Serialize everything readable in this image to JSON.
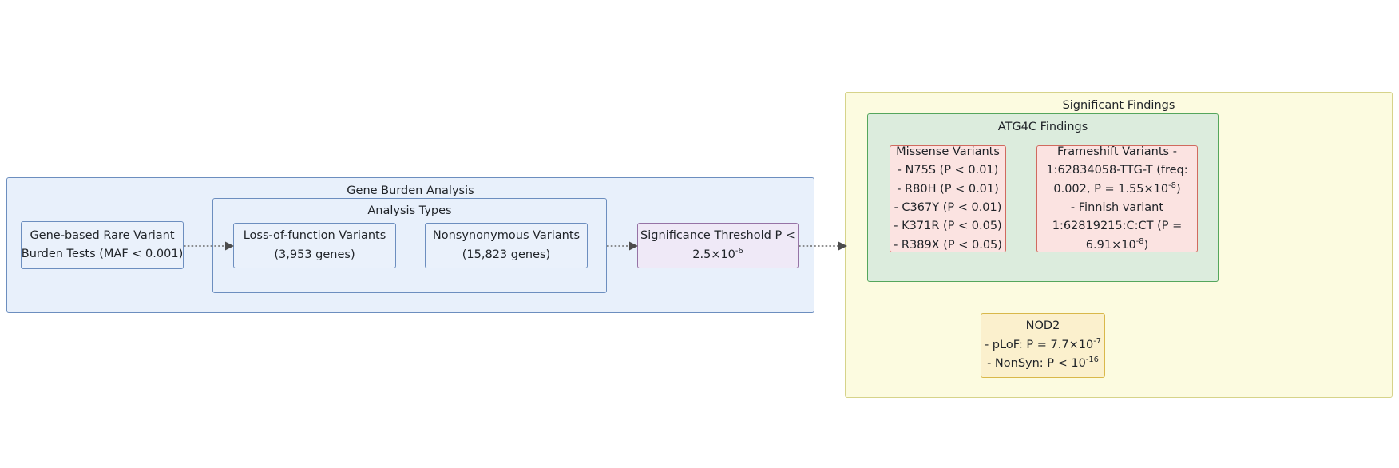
{
  "diagram": {
    "title_visible": false,
    "colors": {
      "blue_fill": "#e8f0fb",
      "blue_stroke": "#6c8ebf",
      "purple_fill": "#efe9f7",
      "purple_stroke": "#9673a6",
      "yellow_fill": "#fcfbe0",
      "yellow_stroke": "#d6d38a",
      "green_fill": "#dcecdd",
      "green_stroke": "#54a65c",
      "pink_fill": "#fbe3e1",
      "pink_stroke": "#d06a5e",
      "tan_fill": "#fbf0cd",
      "tan_stroke": "#d9b84a",
      "arrow": "#6b6b6b",
      "text": "#1f2328",
      "background": "#ffffff"
    }
  },
  "gene_burden": {
    "title": "Gene Burden Analysis",
    "input_node": {
      "line1": "Gene-based Rare Variant",
      "line2": "Burden Tests (MAF < 0.001)"
    },
    "analysis_types": {
      "title": "Analysis Types",
      "lof_node": {
        "line1": "Loss-of-function Variants",
        "line2": "(3,953 genes)"
      },
      "nonsyn_node": {
        "line1": "Nonsynonymous Variants",
        "line2": "(15,823 genes)"
      }
    },
    "threshold_node": {
      "line1": "Significance Threshold P <",
      "line2_base": "2.5×10",
      "line2_exp": "-6"
    }
  },
  "significant_findings": {
    "title": "Significant Findings",
    "atg4c": {
      "title": "ATG4C Findings",
      "missense": {
        "heading": "Missense Variants",
        "items": [
          "- N75S (P < 0.01)",
          "- R80H (P < 0.01)",
          "- C367Y (P < 0.01)",
          "- K371R (P < 0.05)",
          "- R389X (P < 0.05)"
        ]
      },
      "frameshift": {
        "line1": "Frameshift Variants -",
        "line2": "1:62834058-TTG-T  (freq:",
        "line3_pre": "0.002, P = 1.55×10",
        "line3_exp": "-8",
        "line3_post": ")",
        "line4": "- Finnish variant",
        "line5": "1:62819215:C:CT  (P =",
        "line6_pre": "6.91×10",
        "line6_exp": "-8",
        "line6_post": ")"
      }
    },
    "nod2": {
      "heading": "NOD2",
      "plof_pre": "- pLoF: P = 7.7×10",
      "plof_exp": "-7",
      "nonsyn_pre": "- NonSyn: P < 10",
      "nonsyn_exp": "-16"
    }
  },
  "edges": [
    {
      "name": "input-to-analysis-types"
    },
    {
      "name": "analysis-types-to-threshold"
    },
    {
      "name": "threshold-to-significant-findings"
    }
  ]
}
